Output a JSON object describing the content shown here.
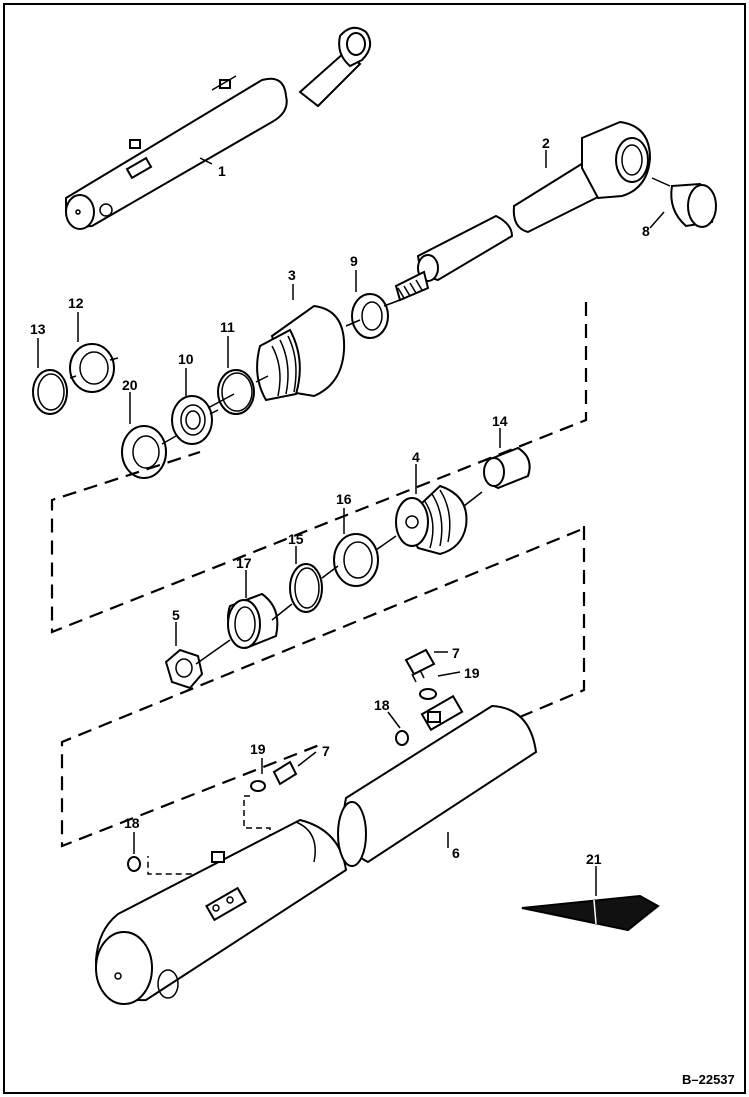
{
  "diagram": {
    "reference_code": "B–22537",
    "part_labels": {
      "p1": "1",
      "p2": "2",
      "p3": "3",
      "p4": "4",
      "p5": "5",
      "p6": "6",
      "p7a": "7",
      "p7b": "7",
      "p8": "8",
      "p9": "9",
      "p10": "10",
      "p11": "11",
      "p12": "12",
      "p13": "13",
      "p14": "14",
      "p15": "15",
      "p16": "16",
      "p17": "17",
      "p18a": "18",
      "p18b": "18",
      "p19a": "19",
      "p19b": "19",
      "p20": "20",
      "p21": "21"
    }
  }
}
